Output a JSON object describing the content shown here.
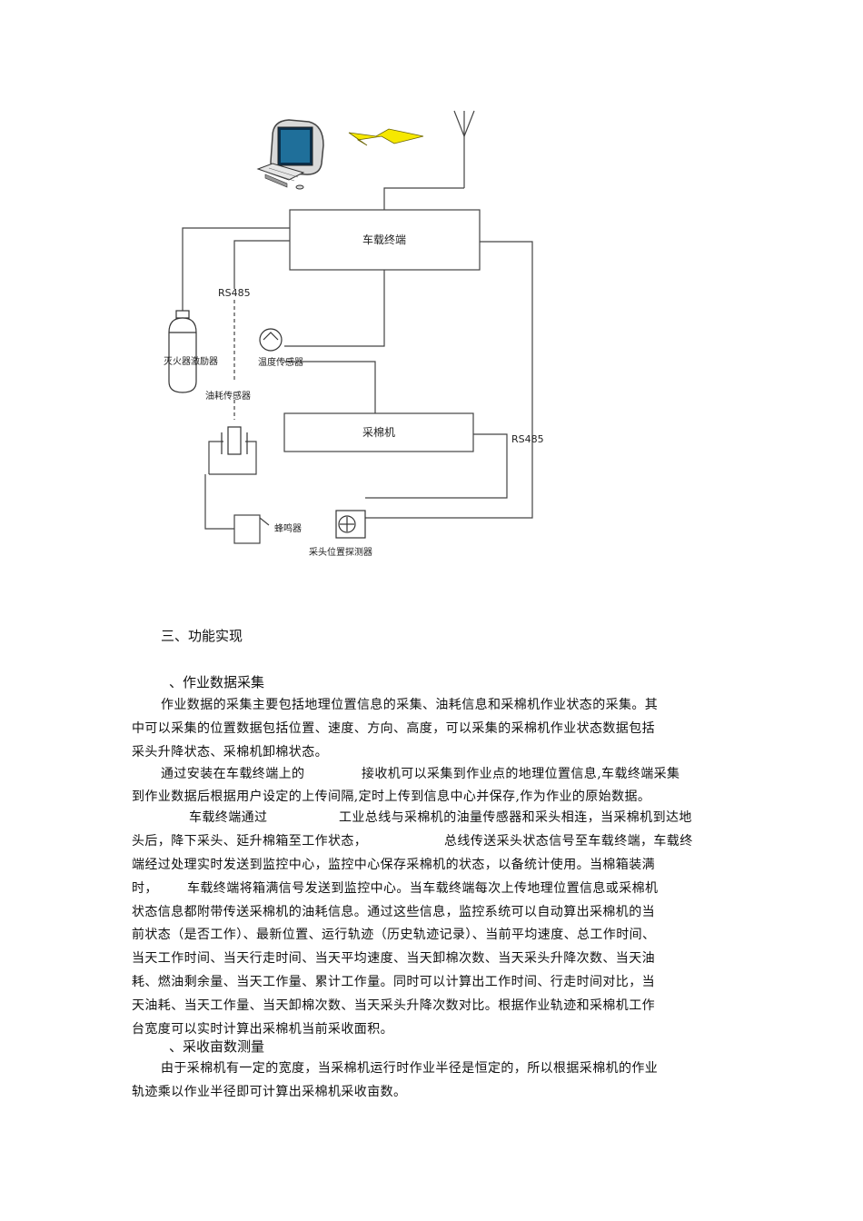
{
  "diagram": {
    "vehicle_terminal": "车载终端",
    "cotton_picker": "采棉机",
    "rs485_left": "RS485",
    "rs485_right": "RS485",
    "extinguisher": "灭火器激励器",
    "temp_sensor": "温度传感器",
    "fuel_sensor": "油耗传感器",
    "buzzer": "蜂鸣器",
    "head_detector": "采头位置探测器"
  },
  "section": {
    "title": "三、功能实现"
  },
  "sub1": {
    "title": "、作业数据采集"
  },
  "p1": {
    "l1": "作业数据的采集主要包括地理位置信息的采集、油耗信息和采棉机作业状态的采集。其",
    "l2": "中可以采集的位置数据包括位置、速度、方向、高度，可以采集的采棉机作业状态数据包括",
    "l3": "采头升降状态、采棉机卸棉状态。"
  },
  "p2": {
    "l1a": "通过安装在车载终端上的",
    "l1b": "接收机可以采集到作业点的地理位置信息,车载终端采集",
    "l2": "到作业数据后根据用户设定的上传间隔,定时上传到信息中心并保存,作为作业的原始数据。"
  },
  "p3": {
    "l1a": "车载终端通过",
    "l1b": "工业总线与采棉机的油量传感器和采头相连，当采棉机到达地",
    "l2a": "头后，降下采头、延升棉箱至工作状态，",
    "l2b": "总线传送采头状态信号至车载终端，车载终",
    "l3": "端经过处理实时发送到监控中心，监控中心保存采棉机的状态，以备统计使用。当棉箱装满",
    "l4a": "时，",
    "l4b": "车载终端将箱满信号发送到监控中心。当车载终端每次上传地理位置信息或采棉机",
    "l5": "状态信息都附带传送采棉机的油耗信息。通过这些信息，监控系统可以自动算出采棉机的当",
    "l6": "前状态（是否工作）、最新位置、运行轨迹（历史轨迹记录）、当前平均速度、总工作时间、",
    "l7": "当天工作时间、当天行走时间、当天平均速度、当天卸棉次数、当天采头升降次数、当天油",
    "l8": "耗、燃油剩余量、当天工作量、累计工作量。同时可以计算出工作时间、行走时间对比，当",
    "l9": "天油耗、当天工作量、当天卸棉次数、当天采头升降次数对比。根据作业轨迹和采棉机工作",
    "l10": "台宽度可以实时计算出采棉机当前采收面积。"
  },
  "sub2": {
    "title": "、采收亩数测量"
  },
  "p4": {
    "l1": "由于采棉机有一定的宽度，当采棉机运行时作业半径是恒定的，所以根据采棉机的作业",
    "l2": "轨迹乘以作业半径即可计算出采棉机采收亩数。"
  }
}
